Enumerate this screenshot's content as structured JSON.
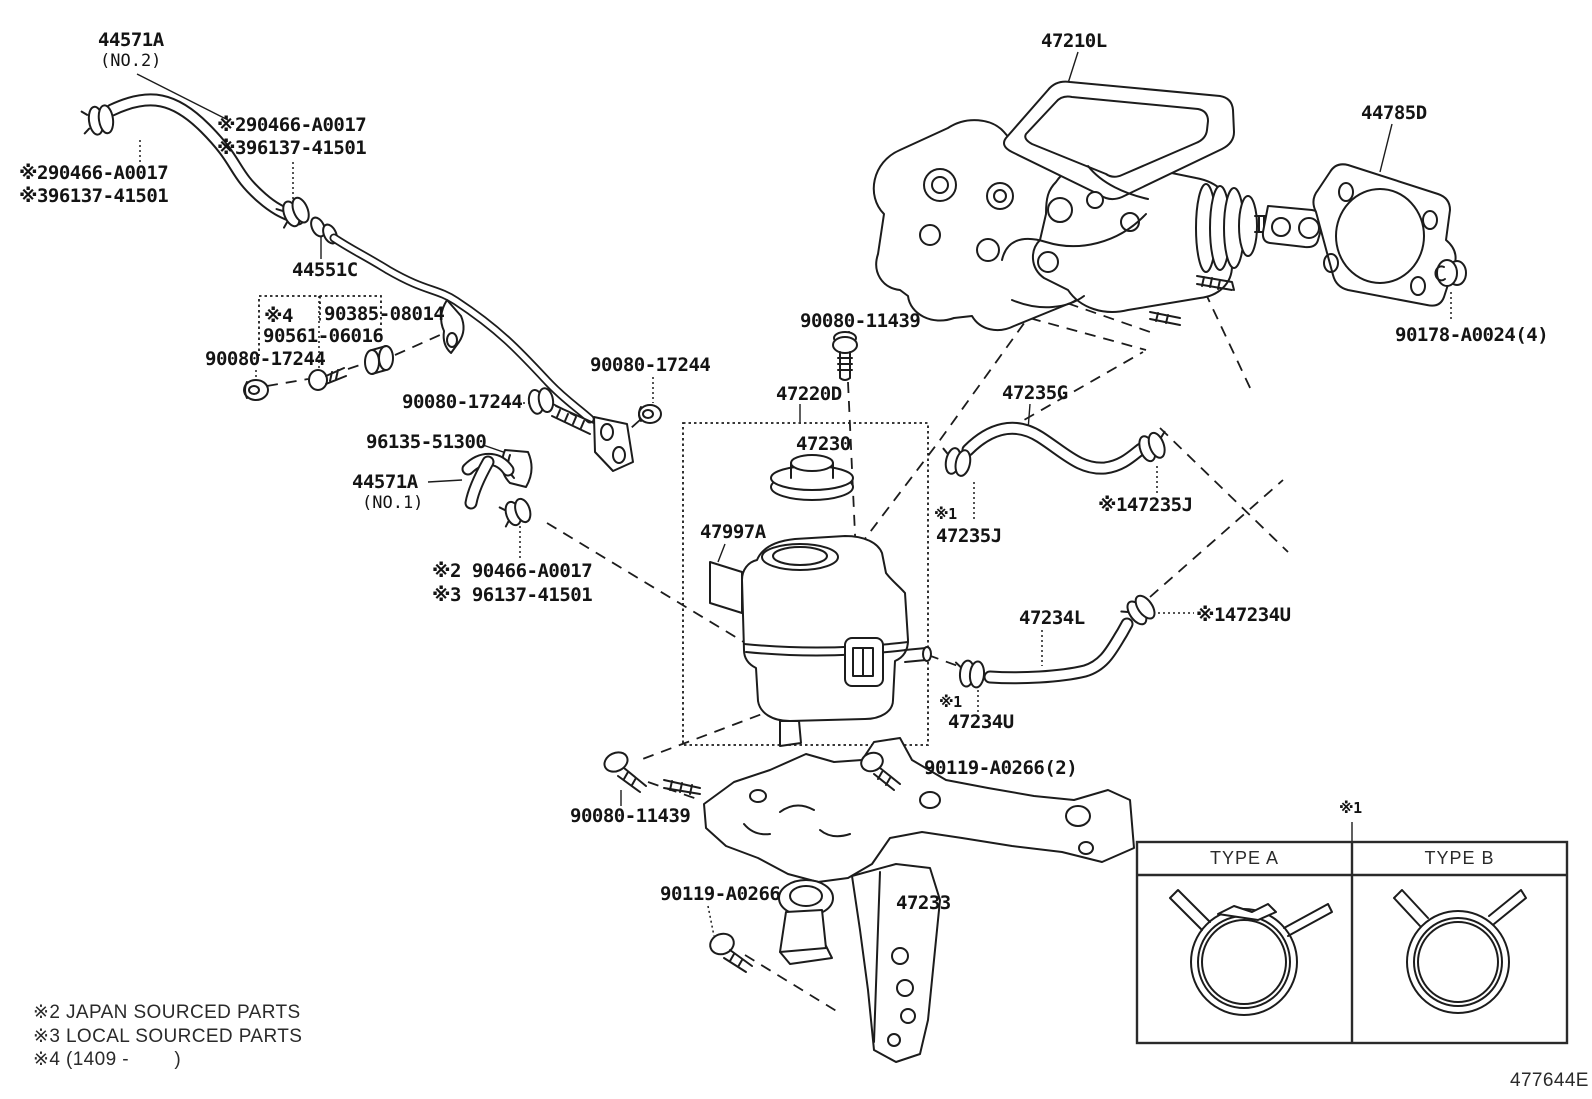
{
  "diagram": {
    "description": "Brake master cylinder / booster and reservoir parts diagram",
    "drawing_number": "477644E",
    "line_color": "#1c1c1c",
    "labels": {
      "l44571a_no2": "44571A",
      "l44571a_no2_sub": "(NO.2)",
      "l290466_top": "※290466-A0017",
      "l396137_top": "※396137-41501",
      "l290466_left": "※290466-A0017",
      "l396137_left": "※396137-41501",
      "l44551c": "44551C",
      "lref4": "※4",
      "l90385": "90385-08014",
      "l90561": "90561-06016",
      "l90080_17244_a": "90080-17244",
      "l90080_17244_b": "90080-17244",
      "l90080_17244_c": "90080-17244",
      "l96135": "96135-51300",
      "l44571a_no1": "44571A",
      "l44571a_no1_sub": "(NO.1)",
      "l90466_ref2": "※2 90466-A0017",
      "l96137_ref3": "※3 96137-41501",
      "l90080_11439_top": "90080-11439",
      "l47220d": "47220D",
      "l47230": "47230",
      "l47997a": "47997A",
      "l47210l": "47210L",
      "l44785d": "44785D",
      "l90178": "90178-A0024(4)",
      "l47235g": "47235G",
      "l47235j_r": "※147235J",
      "l47235j_ref": "※1",
      "l47235j": "47235J",
      "l47234l": "47234L",
      "l47234u_r": "※147234U",
      "l47234u_ref": "※1",
      "l47234u": "47234U",
      "l90119_2": "90119-A0266(2)",
      "l90080_11439_bot": "90080-11439",
      "l90119": "90119-A0266",
      "l47233": "47233",
      "ltable_ref": "※1"
    },
    "clamp_table": {
      "ref": "※1",
      "columns": [
        "TYPE A",
        "TYPE B"
      ]
    },
    "notes": {
      "note2": "※2 JAPAN SOURCED PARTS",
      "note3": "※3 LOCAL SOURCED PARTS",
      "note4": "※4 (1409 -        )"
    }
  }
}
